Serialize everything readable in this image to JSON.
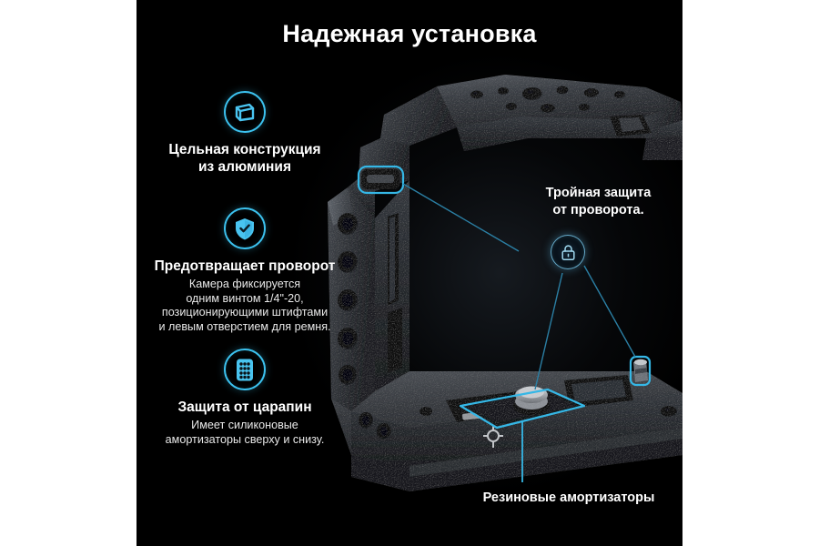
{
  "page": {
    "title": "Надежная установка",
    "background_color": "#000000",
    "letterbox_color": "#ffffff",
    "accent_color": "#3cc2ef",
    "text_color": "#ffffff"
  },
  "features": [
    {
      "icon": "aluminium-box-icon",
      "title_line1": "Цельная конструкция",
      "title_line2": "из алюминия",
      "body": ""
    },
    {
      "icon": "shield-check-icon",
      "title_line1": "Предотвращает проворот",
      "title_line2": "",
      "body": "Камера фиксируется\nодним винтом 1/4\"-20,\nпозиционирующими штифтами\nи левым отверстием для ремня."
    },
    {
      "icon": "silicone-pad-icon",
      "title_line1": "Защита от царапин",
      "title_line2": "",
      "body": "Имеет силиконовые\nамортизаторы сверху и снизу."
    }
  ],
  "callouts": {
    "anti_twist": {
      "label": "Тройная защита\nот проворота.",
      "icon": "lock-icon"
    },
    "rubber_pads": {
      "label": "Резиновые амортизаторы"
    }
  },
  "product": {
    "name": "camera-cage",
    "material_color": "#2a2d31",
    "highlight_color": "#35b7e6"
  }
}
